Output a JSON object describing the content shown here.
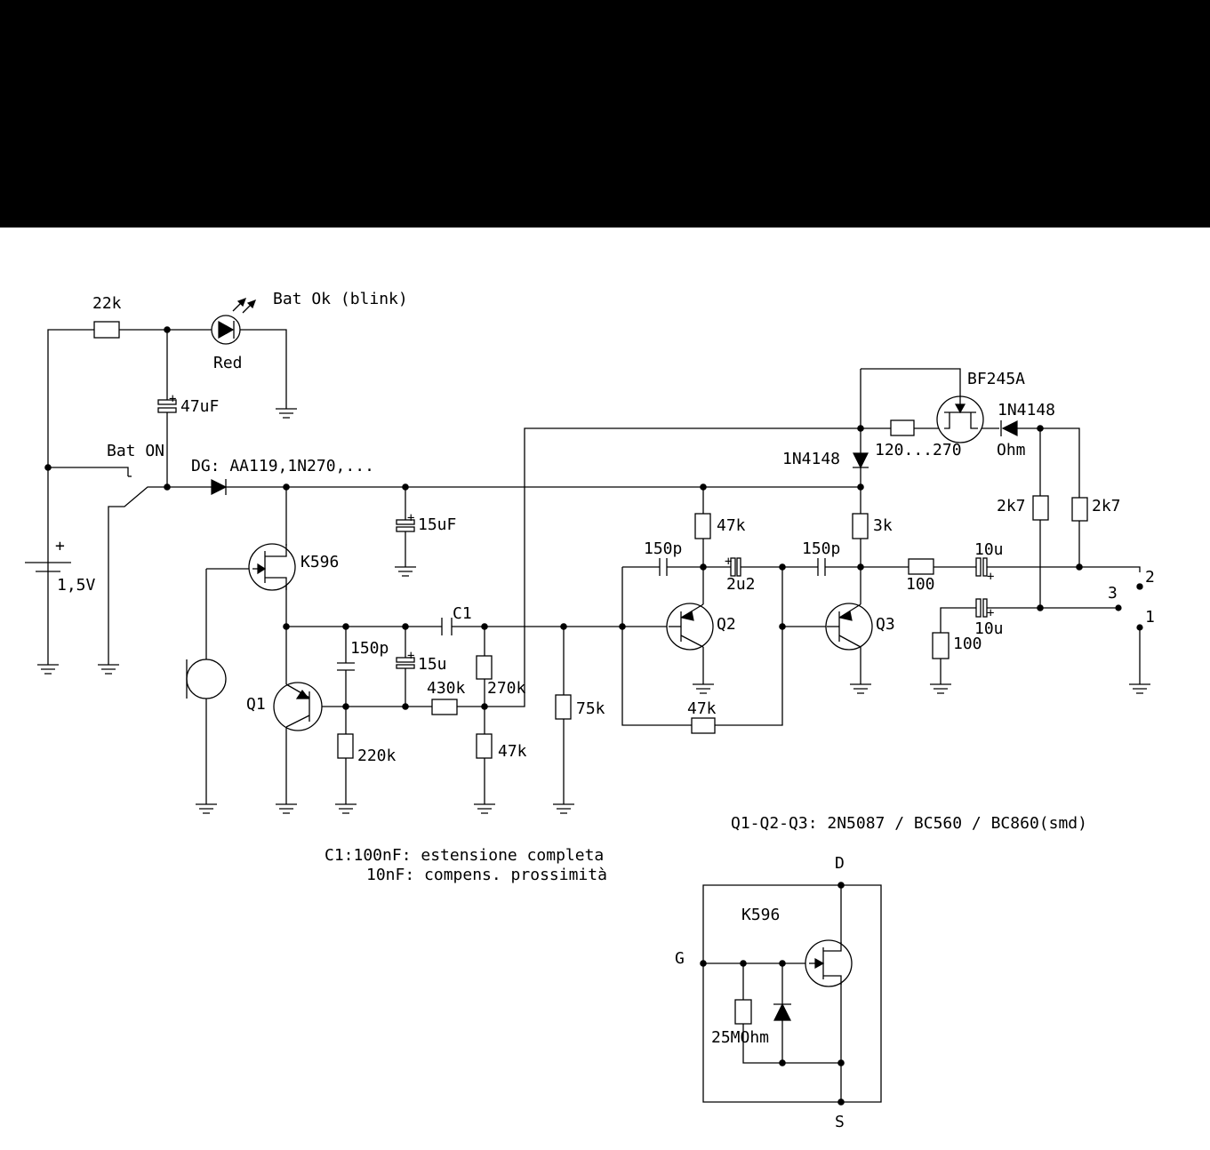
{
  "labels": {
    "r22k": "22k",
    "led_text": "Bat Ok (blink)",
    "led_color": "Red",
    "c47u": "47uF",
    "bat_on": "Bat ON",
    "dg": "DG: AA119,1N270,...",
    "bat_plus": "+",
    "bat_v": "1,5V",
    "k596": "K596",
    "c15uf": "15uF",
    "c1": "C1",
    "c150p_a": "150p",
    "c15u": "15u",
    "r430k": "430k",
    "r270k": "270k",
    "q1": "Q1",
    "r220k": "220k",
    "r47k_a": "47k",
    "r75k": "75k",
    "c150p_b": "150p",
    "r47k_b": "47k",
    "c2u2": "2u2",
    "q2": "Q2",
    "r47k_fb": "47k",
    "c150p_c": "150p",
    "r3k": "3k",
    "q3": "Q3",
    "d1n4148_a": "1N4148",
    "r120": "120...270",
    "ohm": "Ohm",
    "bf245": "BF245A",
    "d1n4148_b": "1N4148",
    "r2k7_a": "2k7",
    "r2k7_b": "2k7",
    "c10u_a": "10u",
    "r100_a": "100",
    "c10u_b": "10u",
    "r100_b": "100",
    "sw1": "1",
    "sw2": "2",
    "sw3": "3",
    "plus": "+",
    "transistors": "Q1-Q2-Q3: 2N5087 / BC560 / BC860(smd)",
    "c1note1": "C1:100nF: estensione completa",
    "c1note2": "10nF: compens. prossimità",
    "k596_title": "K596",
    "pin_d": "D",
    "pin_g": "G",
    "pin_s": "S",
    "r25m": "25MOhm"
  }
}
